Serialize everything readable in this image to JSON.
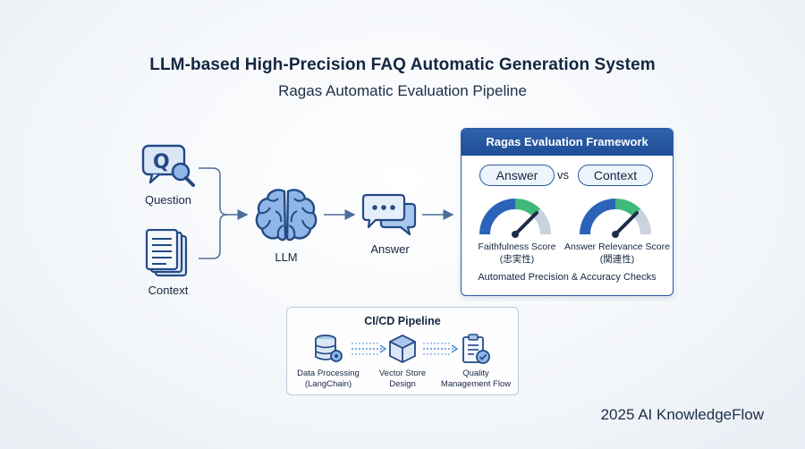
{
  "header": {
    "title": "LLM-based High-Precision FAQ Automatic Generation System",
    "subtitle": "Ragas Automatic Evaluation Pipeline"
  },
  "flow": {
    "question_label": "Question",
    "context_label": "Context",
    "llm_label": "LLM",
    "answer_label": "Answer",
    "icons": [
      "question-search-icon",
      "document-stack-icon",
      "brain-icon",
      "chat-bubble-icon"
    ]
  },
  "ragas": {
    "title": "Ragas Evaluation Framework",
    "answer_pill": "Answer",
    "vs": "vs",
    "context_pill": "Context",
    "faithfulness_label": "Faithfulness Score",
    "faithfulness_sub": "(忠実性)",
    "relevance_label": "Answer Relevance Score",
    "relevance_sub": "(関連性)",
    "footer": "Automated Precision & Accuracy Checks"
  },
  "cicd": {
    "title": "CI/CD Pipeline",
    "step1": "Data Processing",
    "step1_sub": "(LangChain)",
    "step2": "Vector Store",
    "step2_sub": "Design",
    "step3": "Quality",
    "step3_sub": "Management Flow",
    "icons": [
      "database-gear-icon",
      "cube-box-icon",
      "clipboard-check-icon"
    ]
  },
  "footer": {
    "brand": "2025 AI KnowledgeFlow"
  },
  "colors": {
    "primary": "#2c5aa0",
    "header_blue": "#1f4d94",
    "gauge_green": "#3fb97a",
    "gauge_blue": "#2b63b8",
    "gauge_grey": "#c9d2dd"
  }
}
